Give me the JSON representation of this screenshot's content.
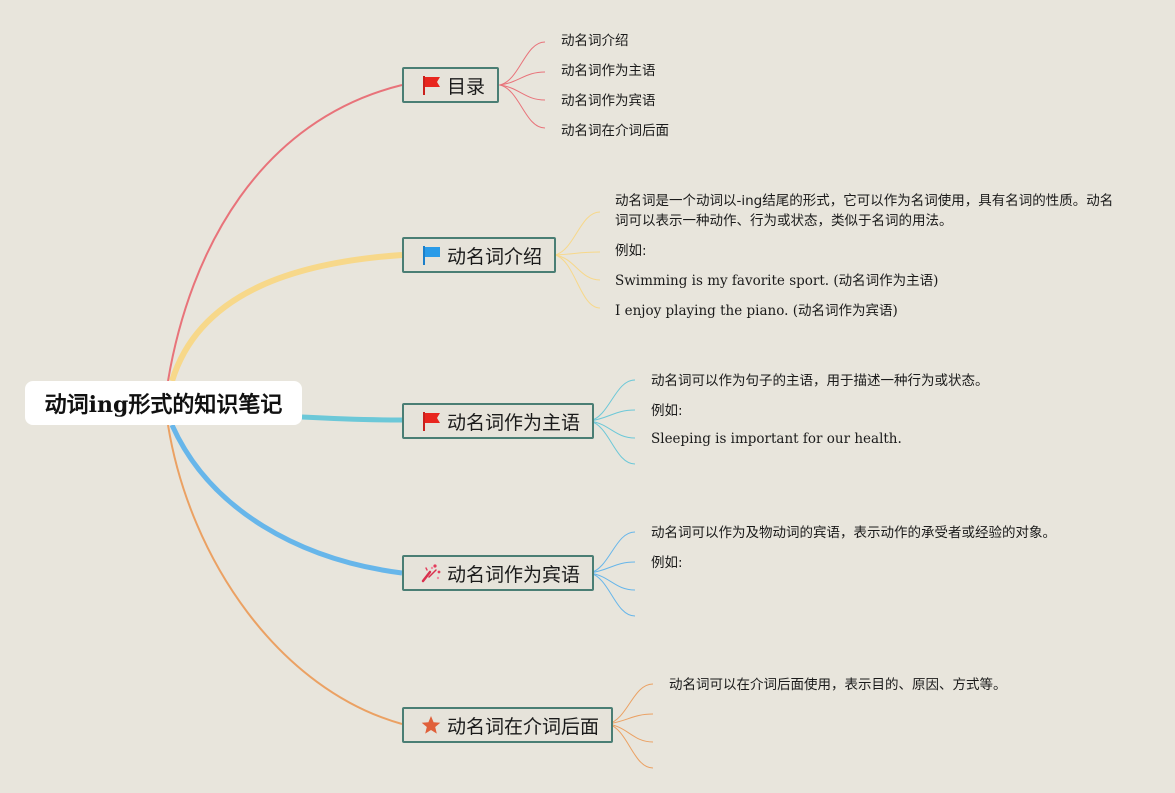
{
  "root": {
    "title": "动词ing形式的知识笔记"
  },
  "topics": {
    "toc": {
      "label": "目录",
      "icon": "red-flag-icon",
      "items": [
        "动名词介绍",
        "动名词作为主语",
        "动名词作为宾语",
        "动名词在介词后面"
      ]
    },
    "intro": {
      "label": "动名词介绍",
      "icon": "blue-flag-icon",
      "definition": "动名词是一个动词以-ing结尾的形式，它可以作为名词使用，具有名词的性质。动名词可以表示一种动作、行为或状态，类似于名词的用法。",
      "example_label": "例如:",
      "example_1": "Swimming is my favorite sport. (动名词作为主语)",
      "example_2": "I enjoy playing the piano. (动名词作为宾语)"
    },
    "subject": {
      "label": "动名词作为主语",
      "icon": "red-flag-icon",
      "definition": "动名词可以作为句子的主语，用于描述一种行为或状态。",
      "example_label": "例如:",
      "example_1": "Sleeping is important for our health."
    },
    "object": {
      "label": "动名词作为宾语",
      "icon": "party-popper-icon",
      "definition": "动名词可以作为及物动词的宾语，表示动作的承受者或经验的对象。",
      "example_label": "例如:"
    },
    "preposition": {
      "label": "动名词在介词后面",
      "icon": "star-icon",
      "definition": "动名词可以在介词后面使用，表示目的、原因、方式等。"
    }
  },
  "colors": {
    "background": "#e8e5dc",
    "branch_toc": "#e8737a",
    "branch_intro": "#f7d88a",
    "branch_subject": "#6cc8d8",
    "branch_object": "#67b6ea",
    "branch_preposition": "#eba163",
    "topic_border": "#4a7e74"
  }
}
